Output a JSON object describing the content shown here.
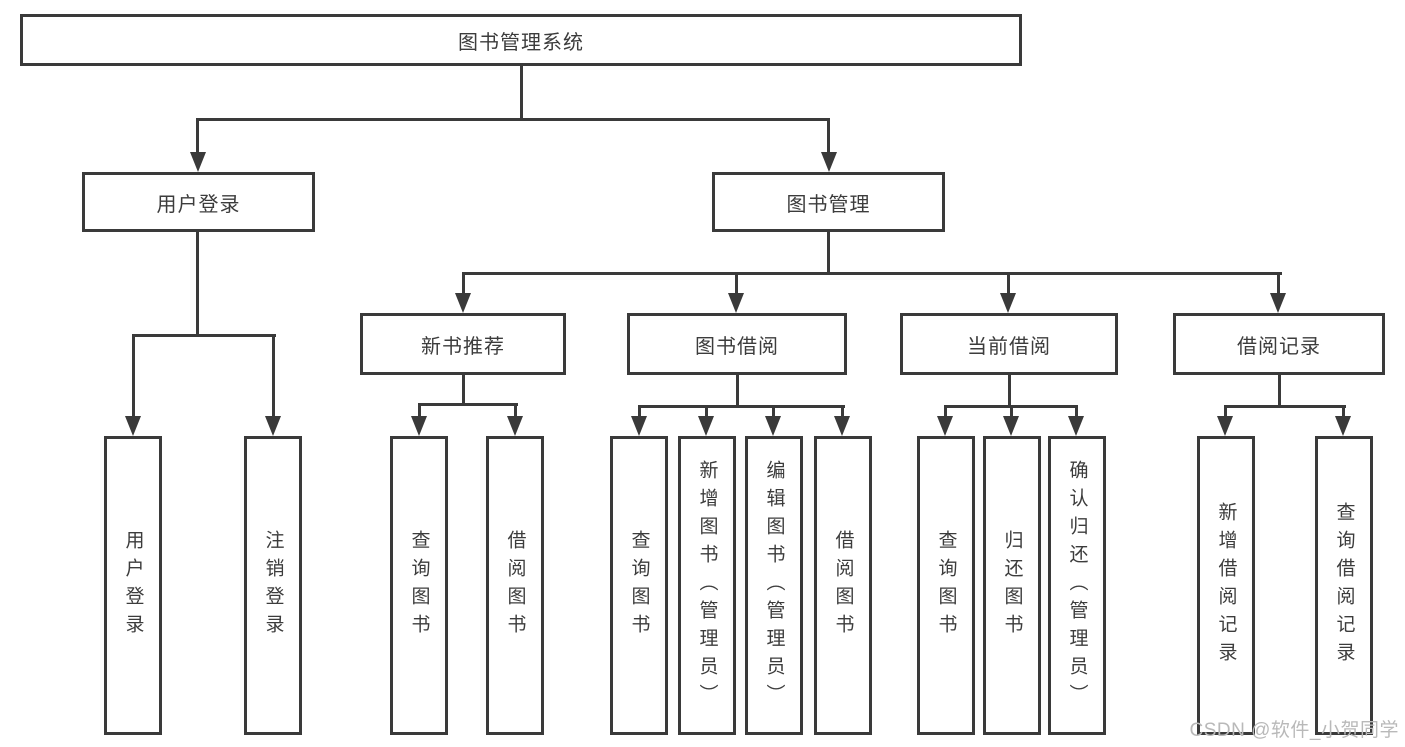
{
  "tree": {
    "root": "图书管理系统",
    "user_login": {
      "label": "用户登录",
      "children": [
        "用户登录",
        "注销登录"
      ]
    },
    "book_mgmt": {
      "label": "图书管理",
      "sections": [
        {
          "label": "新书推荐",
          "children": [
            "查询图书",
            "借阅图书"
          ]
        },
        {
          "label": "图书借阅",
          "children": [
            "查询图书",
            "新增图书（管理员）",
            "编辑图书（管理员）",
            "借阅图书"
          ]
        },
        {
          "label": "当前借阅",
          "children": [
            "查询图书",
            "归还图书",
            "确认归还（管理员）"
          ]
        },
        {
          "label": "借阅记录",
          "children": [
            "新增借阅记录",
            "查询借阅记录"
          ]
        }
      ]
    }
  },
  "watermark": "CSDN @软件_小贺同学",
  "colors": {
    "line": "#3a3a3a",
    "text": "#3c3c3c",
    "watermark": "#b9b9b9",
    "background": "#ffffff"
  }
}
